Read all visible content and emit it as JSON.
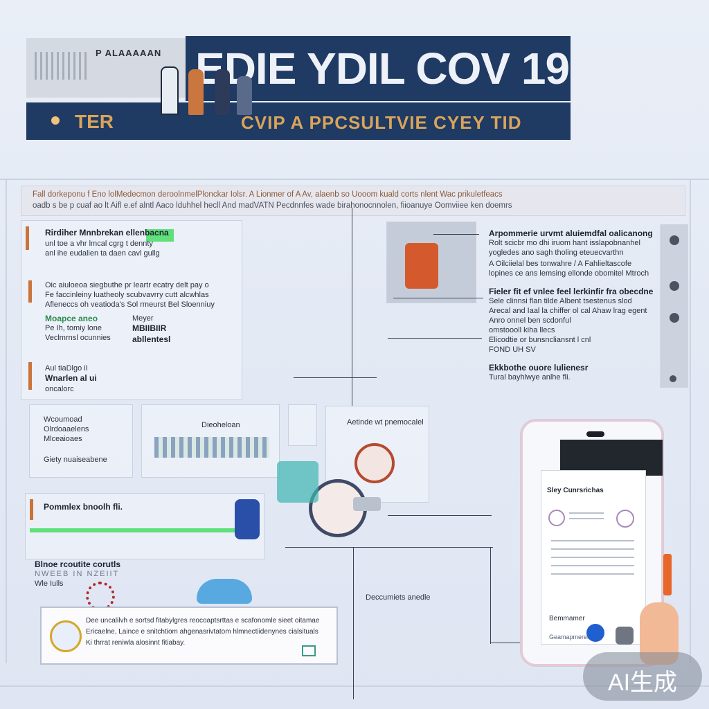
{
  "banner": {
    "left_label": "P ALAAAAAN",
    "title": "EDIE YDIL COV 19",
    "tag": "TER",
    "subtitle": "CVIP A PPCSULTVIE CYEY TID"
  },
  "intro": {
    "line1": "Fall dorkeponu f Eno lolMedecmon deroolnmelPlonckar Iolsr. A Lionmer of A Av, alaenb so Uooom kuald corts nlent Wac prikuletfeacs",
    "line2": "oadb s be p cuaf ao lt Aifl e.ef alntl Aaco lduhhel hecll And madVATN Pecdnnfes wade birahonocnnolen, fiioanuye Oomviiee ken doemrs"
  },
  "left_panel": {
    "block1": [
      "Rirdiher Mnnbrekan ellenbacna",
      "unl toe a vhr lmcal cgrg t dennty",
      "anl ihe eudalien ta daen cavl gullg"
    ],
    "block2": [
      "Oic aiuloeoa siegbuthe pr leartr ecatry delt pay o",
      "Fe faccinleiny luatheoly scubvavrry cutt alcwhlas",
      "Afleneccs oh veatioda's Sol rmeurst Bel Sloenniuy"
    ],
    "block3_left": [
      "Moapce aneo",
      "Pe Ih, tomiy lone",
      "Veclmrnsl ocunnies"
    ],
    "block3_right": [
      "Meyer",
      "MBIIBIIR",
      "abllentesl"
    ],
    "block4": [
      "Aul tiaDlgo iI",
      "Wnarlen al ui",
      "oncalorc"
    ],
    "card_a": [
      "Wcoumoad",
      "Olrdoaaelens",
      "Mlceaioaes",
      "Giety nuaiseabene"
    ],
    "card_b": [
      "Dieoheloan"
    ],
    "banner_row": "Pommlex bnoolh fli.",
    "footer": [
      "Blnoe rcoutite corutls",
      "NWEEB IN NZEIIT",
      "Wle Iulls"
    ]
  },
  "middle_panel": {
    "caption": "Aetinde wt pnemocalel",
    "caption2": "Deccumiets anedle"
  },
  "right_panel": {
    "block1": [
      "Arpommerie urvmt aluiemdfal oalicanong",
      "Rolt scicbr mo dhi iruom hant isslapobnanhel",
      "yogledes ano sagh tholing eteuecvarthn"
    ],
    "block2": [
      "A Oilciielal bes tonwahre / A Fahlieltascofe",
      "lopines ce ans lemsing ellonde obomitel Mtroch"
    ],
    "block3": [
      "Fieler fit ef vnlee feel lerkinfir fra obecdne",
      "Sele clinnsi flan tilde Albent tsestenus slod",
      "Arecal and Iaal la chiffer ol cal Ahaw lrag egent",
      "Anro onnel ben scdonful",
      "omstoooll kiha llecs",
      "Elicodtie or bunsncliansnt l cnl",
      "FOND UH SV"
    ],
    "block4": [
      "Ekkbothe ouore lulienesr",
      "Tural bayhlwye anlhe fli."
    ]
  },
  "phone": {
    "header": "Sley Cunrsrichas",
    "footer_label": "Bemmamer",
    "footer_sub": "Geamapmerer"
  },
  "bottom_card": {
    "lines": [
      "Dee uncalilvh e sortsd fitabylgres reocoaptsrttas e scafonomle sieet oitamae",
      "Ericaelne, Laince e snitchtiom ahgenasrivtatom hlmnectiidenynes cialsituals",
      "Ki thrrat reniwla alosinnt fitiabay."
    ]
  },
  "watermark": "AI生成",
  "colors": {
    "navy": "#1f3a63",
    "gold": "#d9a45a",
    "accent_orange": "#c9743a",
    "accent_green": "#5fe07a"
  },
  "icons": [
    "figure-people-icon",
    "virus-icon",
    "magnifier-icon",
    "phone-icon",
    "avatar-icon"
  ]
}
